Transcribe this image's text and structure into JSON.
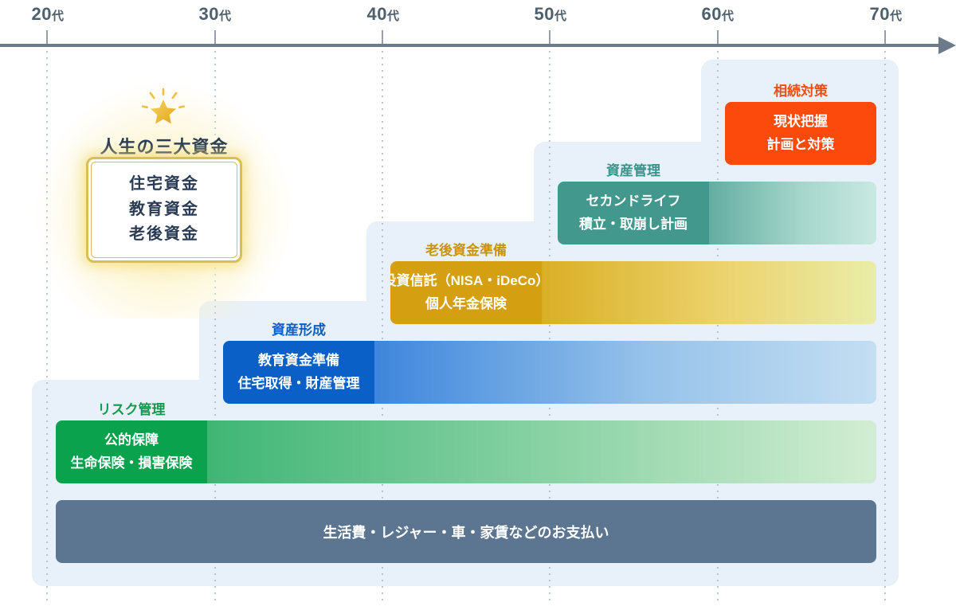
{
  "timeline": {
    "labels": [
      {
        "num": "20",
        "suffix": "代"
      },
      {
        "num": "30",
        "suffix": "代"
      },
      {
        "num": "40",
        "suffix": "代"
      },
      {
        "num": "50",
        "suffix": "代"
      },
      {
        "num": "60",
        "suffix": "代"
      },
      {
        "num": "70",
        "suffix": "代"
      }
    ],
    "arrow_icon": "right-arrow",
    "axis_color": "#6b7b89"
  },
  "callout": {
    "star_icon": "star",
    "title": "人生の三大資金",
    "items": [
      "住宅資金",
      "教育資金",
      "老後資金"
    ],
    "border_color": "#d9bd55",
    "glow_color": "#f6e594"
  },
  "rows": [
    {
      "title": "相続対策",
      "line1": "現状把握",
      "line2": "計画と対策",
      "title_color": "#f04e11",
      "box_color": "#fb4a0c",
      "tail_from": "",
      "tail_to": ""
    },
    {
      "title": "資産管理",
      "line1": "セカンドライフ",
      "line2": "積立・取崩し計画",
      "title_color": "#38948a",
      "box_color": "#42988d",
      "tail_from": "#63ada1",
      "tail_to": "#c8e9e1"
    },
    {
      "title": "老後資金準備",
      "line1": "投資信託（NISA・iDeCo）",
      "line2": "個人年金保険",
      "title_color": "#c79310",
      "box_color": "#d4a012",
      "tail_from": "#d9af25",
      "tail_to": "#e9eda8"
    },
    {
      "title": "資産形成",
      "line1": "教育資金準備",
      "line2": "住宅取得・財産管理",
      "title_color": "#0d5fc4",
      "box_color": "#0a60c6",
      "tail_from": "#3e86dc",
      "tail_to": "#c4def2"
    },
    {
      "title": "リスク管理",
      "line1": "公的保障",
      "line2": "生命保険・損害保険",
      "title_color": "#149a4e",
      "box_color": "#0aa24d",
      "tail_from": "#3fb674",
      "tail_to": "#d2edd3"
    }
  ],
  "bottom_bar": {
    "label": "生活費・レジャー・車・家賃などのお支払い",
    "color": "#5c7590"
  },
  "background": {
    "panel_color": "#e8f1fa",
    "gridline_color": "#b7c4d3"
  }
}
